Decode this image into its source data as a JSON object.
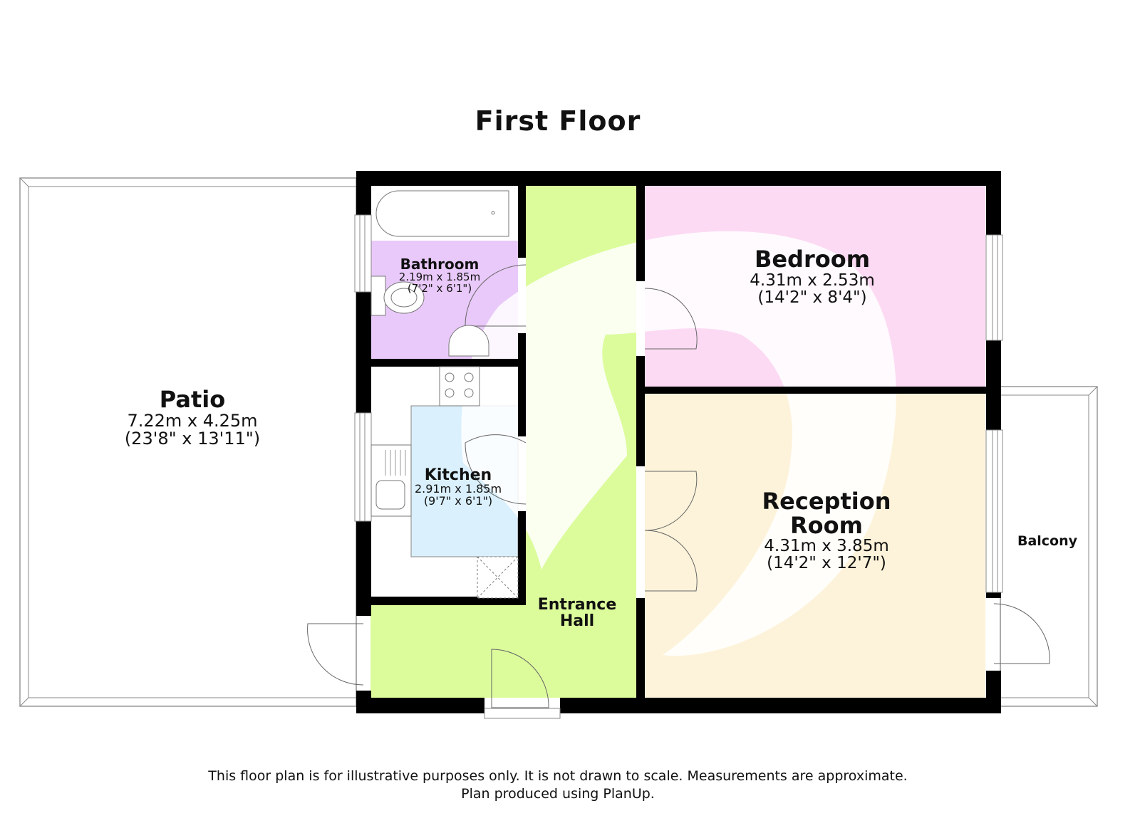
{
  "title": "First Floor",
  "colors": {
    "wall": "#000000",
    "hall": "#dcfc9c",
    "bedroom": "#fddaf3",
    "bathroom": "#e9c9f9",
    "kitchen": "#daf0fc",
    "reception": "#fdf3da",
    "outline": "#888888"
  },
  "rooms": {
    "patio": {
      "name": "Patio",
      "metric": "7.22m x 4.25m",
      "imperial": "(23'8\" x 13'11\")"
    },
    "bathroom": {
      "name": "Bathroom",
      "metric": "2.19m x 1.85m",
      "imperial": "(7'2\" x 6'1\")"
    },
    "kitchen": {
      "name": "Kitchen",
      "metric": "2.91m x 1.85m",
      "imperial": "(9'7\" x 6'1\")"
    },
    "bedroom": {
      "name": "Bedroom",
      "metric": "4.31m x 2.53m",
      "imperial": "(14'2\" x 8'4\")"
    },
    "reception": {
      "name": "Reception Room",
      "name_line1": "Reception",
      "name_line2": "Room",
      "metric": "4.31m x 3.85m",
      "imperial": "(14'2\" x 12'7\")"
    },
    "entrance_hall": {
      "name_line1": "Entrance",
      "name_line2": "Hall"
    },
    "balcony": {
      "name": "Balcony"
    }
  },
  "footer": {
    "line1": "This floor plan is for illustrative purposes only. It is not drawn to scale. Measurements are approximate.",
    "line2": "Plan produced using PlanUp."
  }
}
